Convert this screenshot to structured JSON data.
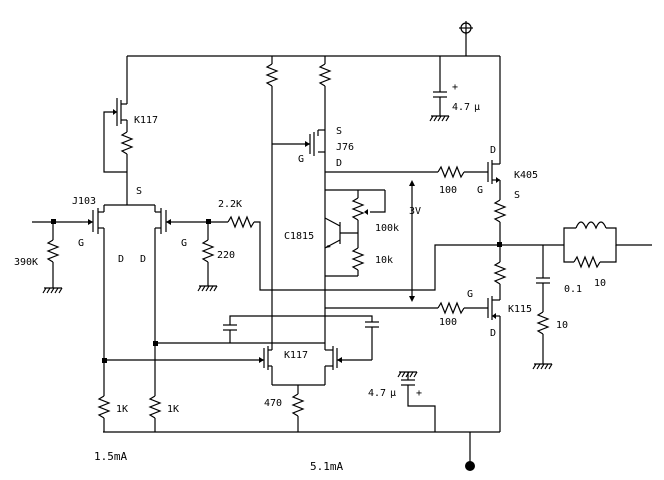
{
  "labels": {
    "k117_top": "K117",
    "j103": "J103",
    "s_j103": "S",
    "g_left": "G",
    "g_right": "G",
    "d1": "D",
    "d2": "D",
    "r390k": "390K",
    "r2k2": "2.2K",
    "r220": "220",
    "s_j76": "S",
    "j76": "J76",
    "g_j76": "G",
    "d_j76": "D",
    "c1815": "C1815",
    "r100k": "100k",
    "r10k": "10k",
    "v3": "3V",
    "r100_top": "100",
    "g_k405": "G",
    "k405": "K405",
    "d_k405": "D",
    "s_k405": "S",
    "c47_top": "4.7",
    "mu": "μ",
    "plus_top": "+",
    "k117_bot": "K117",
    "r470": "470",
    "c47_bot": "4.7",
    "plus_bot": "+",
    "r1k_a": "1K",
    "r1k_b": "1K",
    "g_k115": "G",
    "r100_bot": "100",
    "k115": "K115",
    "d_k115": "D",
    "c01": "0.1",
    "r10_out": "10",
    "r10_coil": "10",
    "i1": "1.5mA",
    "i2": "5.1mA"
  }
}
